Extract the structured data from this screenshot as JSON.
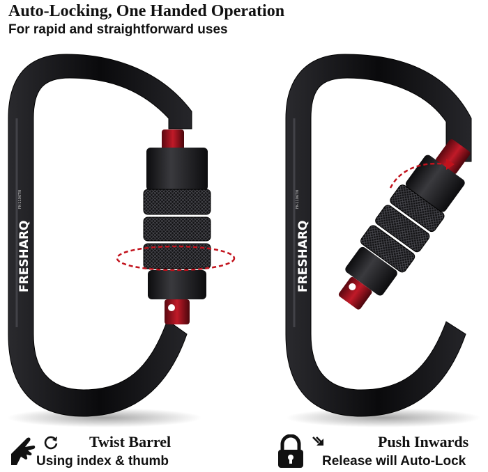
{
  "header": {
    "title": "Auto-Locking, One Handed Operation",
    "subtitle": "For rapid and straightforward uses"
  },
  "left_panel": {
    "brand": "FRESHARQ",
    "model": "FK-1106TN",
    "icon_names": [
      "hand-point-icon",
      "rotate-icon"
    ],
    "title": "Twist Barrel",
    "subtitle": "Using index & thumb"
  },
  "right_panel": {
    "brand": "FRESHARQ",
    "model": "FK-1106TN",
    "icon_names": [
      "padlock-icon",
      "push-arrow-icon"
    ],
    "title": "Push Inwards",
    "subtitle": "Release will Auto-Lock"
  },
  "colors": {
    "frame": "#0c0c0e",
    "accent": "#b01020",
    "arrow": "#c2121c"
  }
}
